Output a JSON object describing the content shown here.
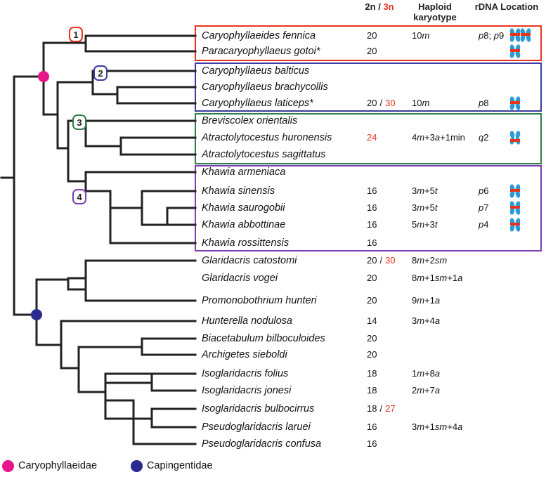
{
  "headers": {
    "chromosome_number": "2n",
    "slash": "/",
    "triploid": "3n",
    "karyotype_line1": "Haploid",
    "karyotype_line2": "karyotype",
    "rdna": "rDNA Location"
  },
  "colors": {
    "red_triploid": "#e8341c",
    "clade1_box": "#e8341c",
    "clade2_box": "#3b3ba0",
    "clade3_box": "#2e7d4a",
    "clade4_box": "#7a3fb0",
    "caryophyllaeidae": "#e6168a",
    "capingentidae": "#2b2b8f",
    "chromosome_blue": "#2c9ad6",
    "rdna_signal": "#e8341c"
  },
  "clades": [
    {
      "number": "1"
    },
    {
      "number": "2"
    },
    {
      "number": "3"
    },
    {
      "number": "4"
    }
  ],
  "taxa": [
    {
      "name": "Caryophyllaeides fennica",
      "count": "20",
      "karyotype": "10m",
      "rdna": "p8; p9",
      "chromosome_icons": 2
    },
    {
      "name": "Paracaryophyllaeus gotoi*",
      "count": "20",
      "chromosome_icons": 1
    },
    {
      "name": "Caryophyllaeus balticus"
    },
    {
      "name": "Caryophyllaeus brachycollis"
    },
    {
      "name": "Caryophyllaeus laticeps*",
      "count": "20",
      "count_triploid": "30",
      "karyotype": "10m",
      "rdna": "p8",
      "chromosome_icons": 1
    },
    {
      "name": "Breviscolex orientalis"
    },
    {
      "name": "Atractolytocestus huronensis",
      "count_triploid": "24",
      "karyotype": "4m+3a+1min",
      "rdna": "q2",
      "chromosome_icons": 1
    },
    {
      "name": "Atractolytocestus sagittatus"
    },
    {
      "name": "Khawia armeniaca"
    },
    {
      "name": "Khawia sinensis",
      "count": "16",
      "karyotype": "3m+5t",
      "rdna": "p6",
      "chromosome_icons": 1
    },
    {
      "name": "Khawia saurogobii",
      "count": "16",
      "karyotype": "3m+5t",
      "rdna": "p7",
      "chromosome_icons": 1
    },
    {
      "name": "Khawia abbottinae",
      "count": "16",
      "karyotype": "5m+3t",
      "rdna": "p4",
      "chromosome_icons": 1
    },
    {
      "name": "Khawia rossittensis",
      "count": "16"
    },
    {
      "name": "Glaridacris catostomi",
      "count": "20",
      "count_triploid": "30",
      "karyotype": "8m+2sm"
    },
    {
      "name": "Glaridacris vogei",
      "count": "20",
      "karyotype": "8m+1sm+1a"
    },
    {
      "name": "Promonobothrium hunteri",
      "count": "20",
      "karyotype": "9m+1a"
    },
    {
      "name": "Hunterella nodulosa",
      "count": "14",
      "karyotype": "3m+4a"
    },
    {
      "name": "Biacetabulum bilboculoides",
      "count": "20"
    },
    {
      "name": "Archigetes sieboldi",
      "count": "20"
    },
    {
      "name": "Isoglaridacris folius",
      "count": "18",
      "karyotype": "1m+8a"
    },
    {
      "name": "Isoglaridacris jonesi",
      "count": "18",
      "karyotype": "2m+7a"
    },
    {
      "name": "Isoglaridacris bulbocirrus",
      "count": "18",
      "count_triploid": "27"
    },
    {
      "name": "Pseudoglaridacris laruei",
      "count": "16",
      "karyotype": "3m+1sm+4a"
    },
    {
      "name": "Pseudoglaridacris confusa",
      "count": "16"
    }
  ],
  "legend": [
    {
      "label": "Caryophyllaeidae",
      "color": "#e6168a"
    },
    {
      "label": "Capingentidae",
      "color": "#2b2b8f"
    }
  ]
}
